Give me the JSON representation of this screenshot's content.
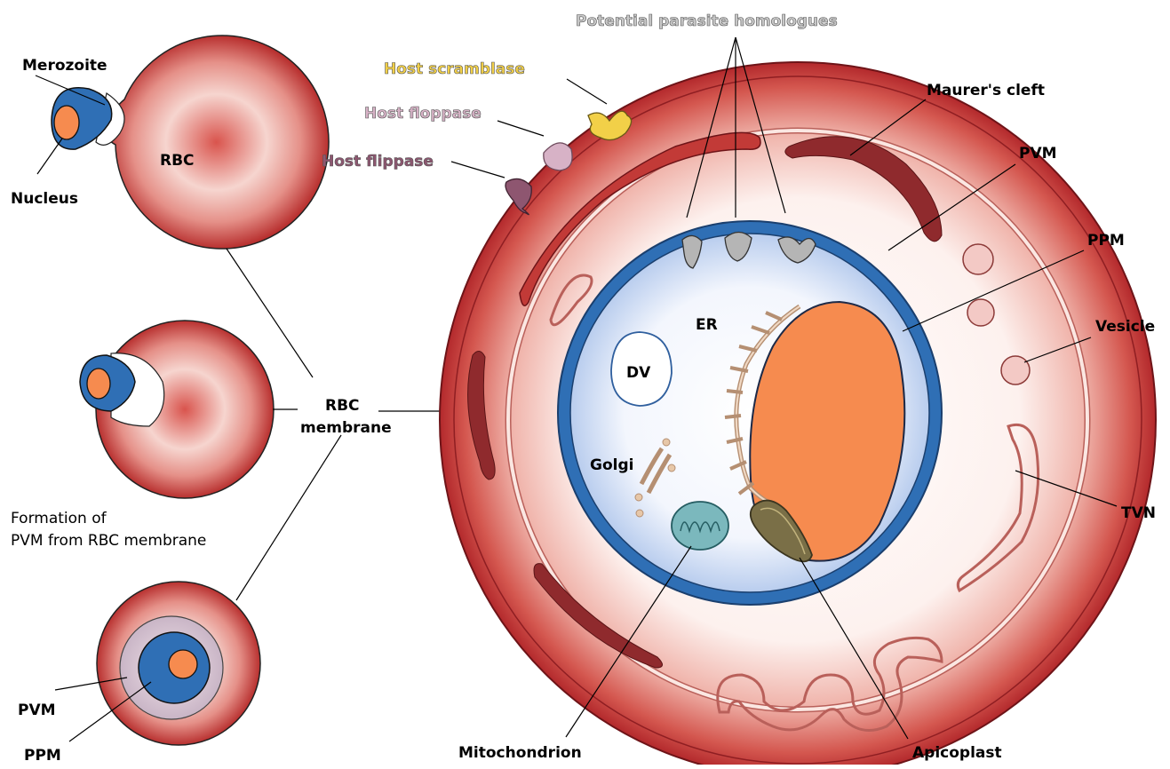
{
  "colors": {
    "rbc_dark": "#a8272b",
    "rbc_mid": "#d96a63",
    "rbc_light": "#fbe9e5",
    "parasite_blue": "#2f6fb5",
    "parasite_light": "#e9eefa",
    "nucleus": "#f68b4f",
    "scramblase": "#f2d048",
    "floppase": "#d7b2c6",
    "flippase": "#8e5670",
    "homologue": "#b5b5b5",
    "maurer": "#8f2a2d",
    "mitochondrion": "#7bb8bd",
    "apicoplast": "#7a6f47",
    "er": "#d8b08c"
  },
  "labels": {
    "merozoite": "Merozoite",
    "nucleus": "Nucleus",
    "rbc": "RBC",
    "rbc_membrane_line1": "RBC",
    "rbc_membrane_line2": "membrane",
    "formation_line1": "Formation of",
    "formation_line2": "PVM from RBC membrane",
    "pvm_small": "PVM",
    "ppm_small": "PPM",
    "potential_homologues": "Potential parasite homologues",
    "host_scramblase": "Host scramblase",
    "host_floppase": "Host floppase",
    "host_flippase": "Host flippase",
    "maurers_cleft": "Maurer's cleft",
    "pvm": "PVM",
    "ppm": "PPM",
    "vesicle": "Vesicle",
    "tvn": "TVN",
    "er": "ER",
    "dv": "DV",
    "golgi": "Golgi",
    "mitochondrion": "Mitochondrion",
    "apicoplast": "Apicoplast"
  }
}
